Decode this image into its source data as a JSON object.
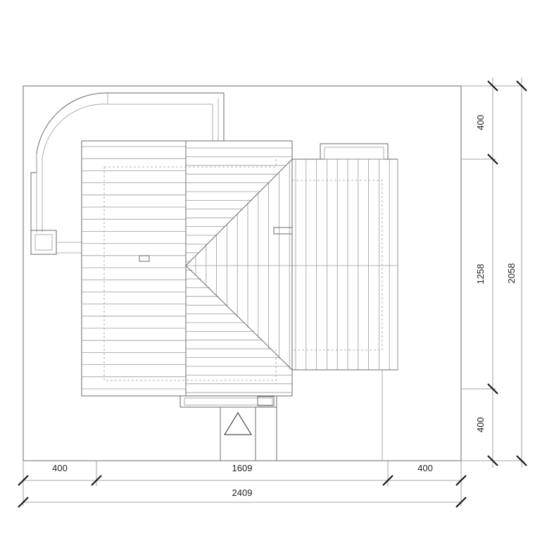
{
  "dimensions": {
    "bottom_left": "400",
    "bottom_middle": "1609",
    "bottom_right": "400",
    "bottom_total": "2409",
    "right_top": "400",
    "right_middle": "1258",
    "right_bottom": "400",
    "right_total": "2058"
  },
  "entrance_symbol": "triangle-arrow"
}
